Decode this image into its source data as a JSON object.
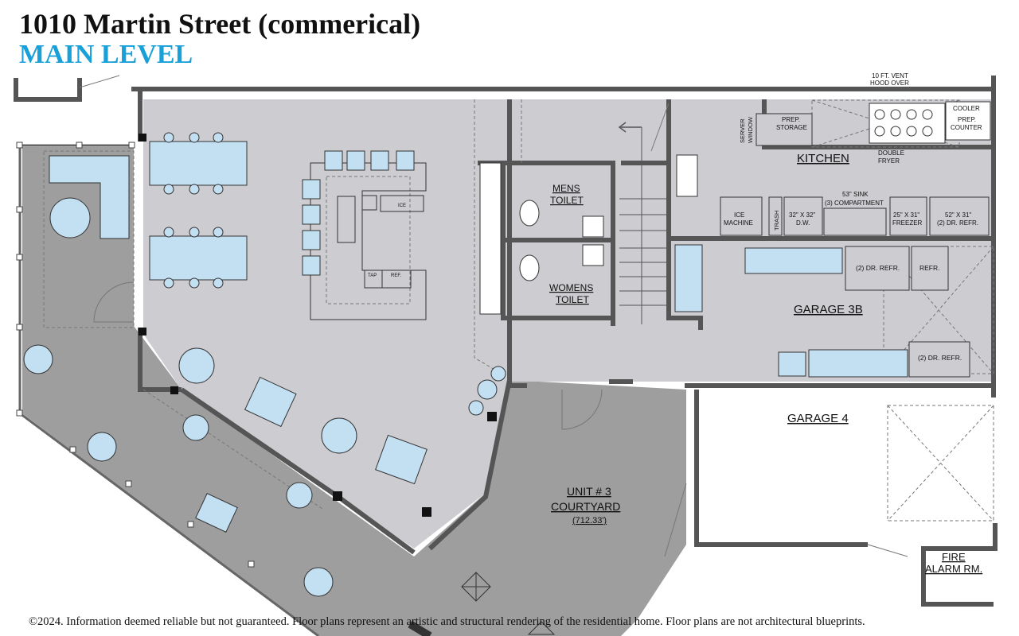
{
  "header": {
    "title": "1010 Martin Street (commerical)",
    "subtitle": "MAIN LEVEL"
  },
  "footer": {
    "disclaimer": "©2024. Information deemed reliable but not guaranteed. Floor plans represent an artistic and structural rendering of the residential home. Floor plans are not architectural blueprints."
  },
  "rooms": {
    "kitchen": "KITCHEN",
    "mens_toilet_1": "MENS",
    "mens_toilet_2": "TOILET",
    "womens_toilet_1": "WOMENS",
    "womens_toilet_2": "TOILET",
    "garage_3b": "GARAGE 3B",
    "garage_4": "GARAGE 4",
    "unit_1": "UNIT # 3",
    "unit_2": "COURTYARD",
    "unit_3": "(712.33')",
    "fire_1": "FIRE",
    "fire_2": "ALARM RM."
  },
  "fixtures": {
    "vent_1": "10 FT. VENT",
    "vent_2": "HOOD OVER",
    "server_1": "SERVER",
    "server_2": "WINDOW",
    "prep_storage_1": "PREP.",
    "prep_storage_2": "STORAGE",
    "cooler": "COOLER",
    "prep_counter_1": "PREP.",
    "prep_counter_2": "COUNTER",
    "fryer_1": "DOUBLE",
    "fryer_2": "FRYER",
    "sink_1": "53\" SINK",
    "sink_2": "(3) COMPARTMENT",
    "ice_machine_1": "ICE",
    "ice_machine_2": "MACHINE",
    "trash": "TRASH",
    "dw_1": "32\" X 32\"",
    "dw_2": "D.W.",
    "freezer_1": "25\" X 31\"",
    "freezer_2": "FREEZER",
    "refr52_1": "52\" X 31\"",
    "refr52_2": "(2) DR. REFR.",
    "g3b_refr_1": "(2) DR. REFR.",
    "g3b_refr_2": "REFR.",
    "g3b_refr_3": "(2) DR. REFR.",
    "bar_ice": "ICE",
    "bar_tap": "TAP",
    "bar_ref": "REF."
  },
  "colors": {
    "floor": "#cdcdd1",
    "exterior": "#9e9e9e",
    "furniture": "#c3dff2",
    "wall": "#555555",
    "accent": "#1aa0d8"
  }
}
